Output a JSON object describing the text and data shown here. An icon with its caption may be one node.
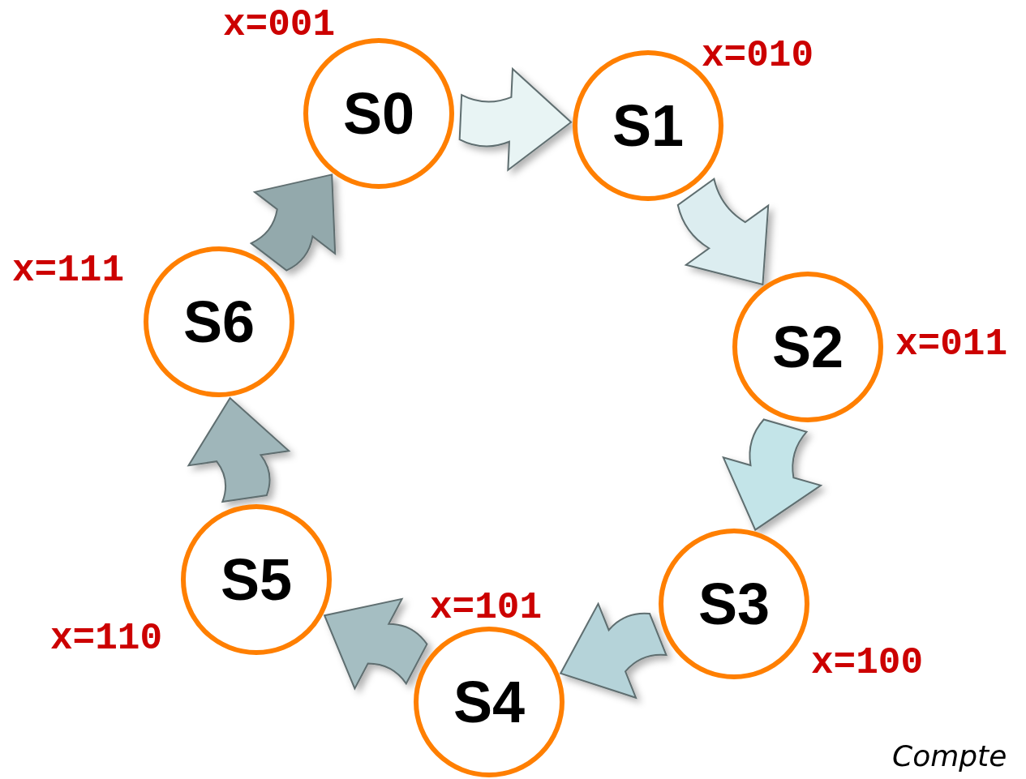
{
  "diagram": {
    "nodes": [
      {
        "text": [
          "S0"
        ],
        "beside": [
          "x=001"
        ]
      },
      {
        "text": [
          "S1"
        ],
        "beside": [
          "x=010"
        ]
      },
      {
        "text": [
          "S2"
        ],
        "beside": [
          "x=011"
        ]
      },
      {
        "text": [
          "S3"
        ],
        "beside": [
          "x=100"
        ]
      },
      {
        "text": [
          "S4"
        ],
        "beside": [
          "x=101"
        ]
      },
      {
        "text": [
          "S5"
        ],
        "beside": [
          "x=110"
        ]
      },
      {
        "text": [
          "S6"
        ],
        "beside": [
          "x=111"
        ]
      }
    ],
    "edges": [
      {
        "from": 0,
        "to": 1,
        "arrow": "to",
        "color": "#e8f4f4"
      },
      {
        "from": 1,
        "to": 2,
        "arrow": "to",
        "color": "#dcedf0"
      },
      {
        "from": 2,
        "to": 3,
        "arrow": "to",
        "color": "#c3e4e8"
      },
      {
        "from": 3,
        "to": 4,
        "arrow": "to",
        "color": "#b5d3d9"
      },
      {
        "from": 4,
        "to": 5,
        "arrow": "to",
        "color": "#a5bec2"
      },
      {
        "from": 5,
        "to": 6,
        "arrow": "to",
        "color": "#9fb6ba"
      },
      {
        "from": 6,
        "to": 0,
        "arrow": "to",
        "color": "#93a9ac"
      }
    ],
    "labels": [
      "Compte"
    ]
  }
}
